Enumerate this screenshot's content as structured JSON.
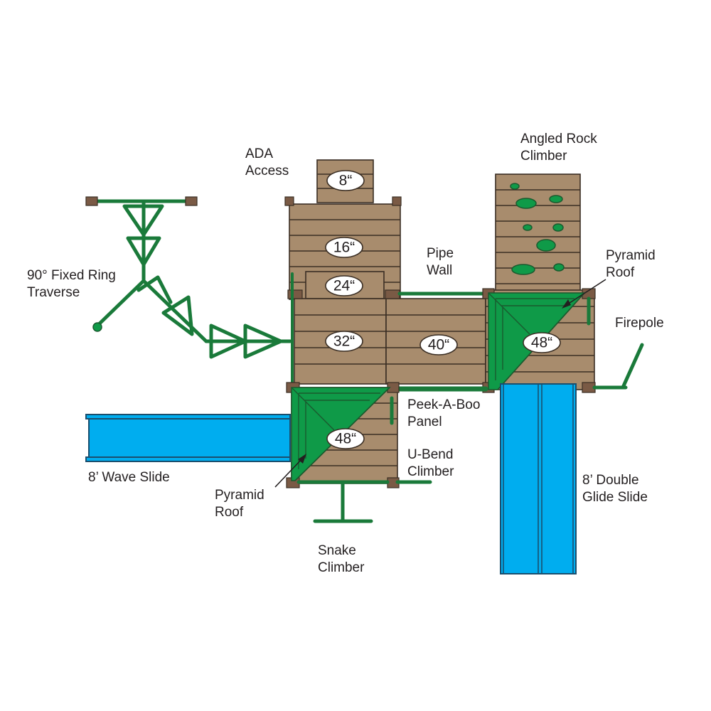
{
  "labels": {
    "ada_access": "ADA\nAccess",
    "angled_rock_climber": "Angled Rock\nClimber",
    "ring_traverse": "90° Fixed Ring\nTraverse",
    "pipe_wall": "Pipe\nWall",
    "pyramid_roof_top": "Pyramid\nRoof",
    "firepole": "Firepole",
    "peek_a_boo_panel": "Peek-A-Boo\nPanel",
    "u_bend_climber": "U-Bend\nClimber",
    "wave_slide": "8’ Wave Slide",
    "pyramid_roof_bottom": "Pyramid\nRoof",
    "double_glide_slide": "8’ Double\nGlide Slide",
    "snake_climber": "Snake\nClimber"
  },
  "heights": {
    "h8": "8“",
    "h16": "16“",
    "h24": "24“",
    "h32": "32“",
    "h40": "40“",
    "h48_right": "48“",
    "h48_left": "48“"
  },
  "colors": {
    "deck": "#a88c6d",
    "green": "#0f9a48",
    "slide": "#00adef"
  }
}
